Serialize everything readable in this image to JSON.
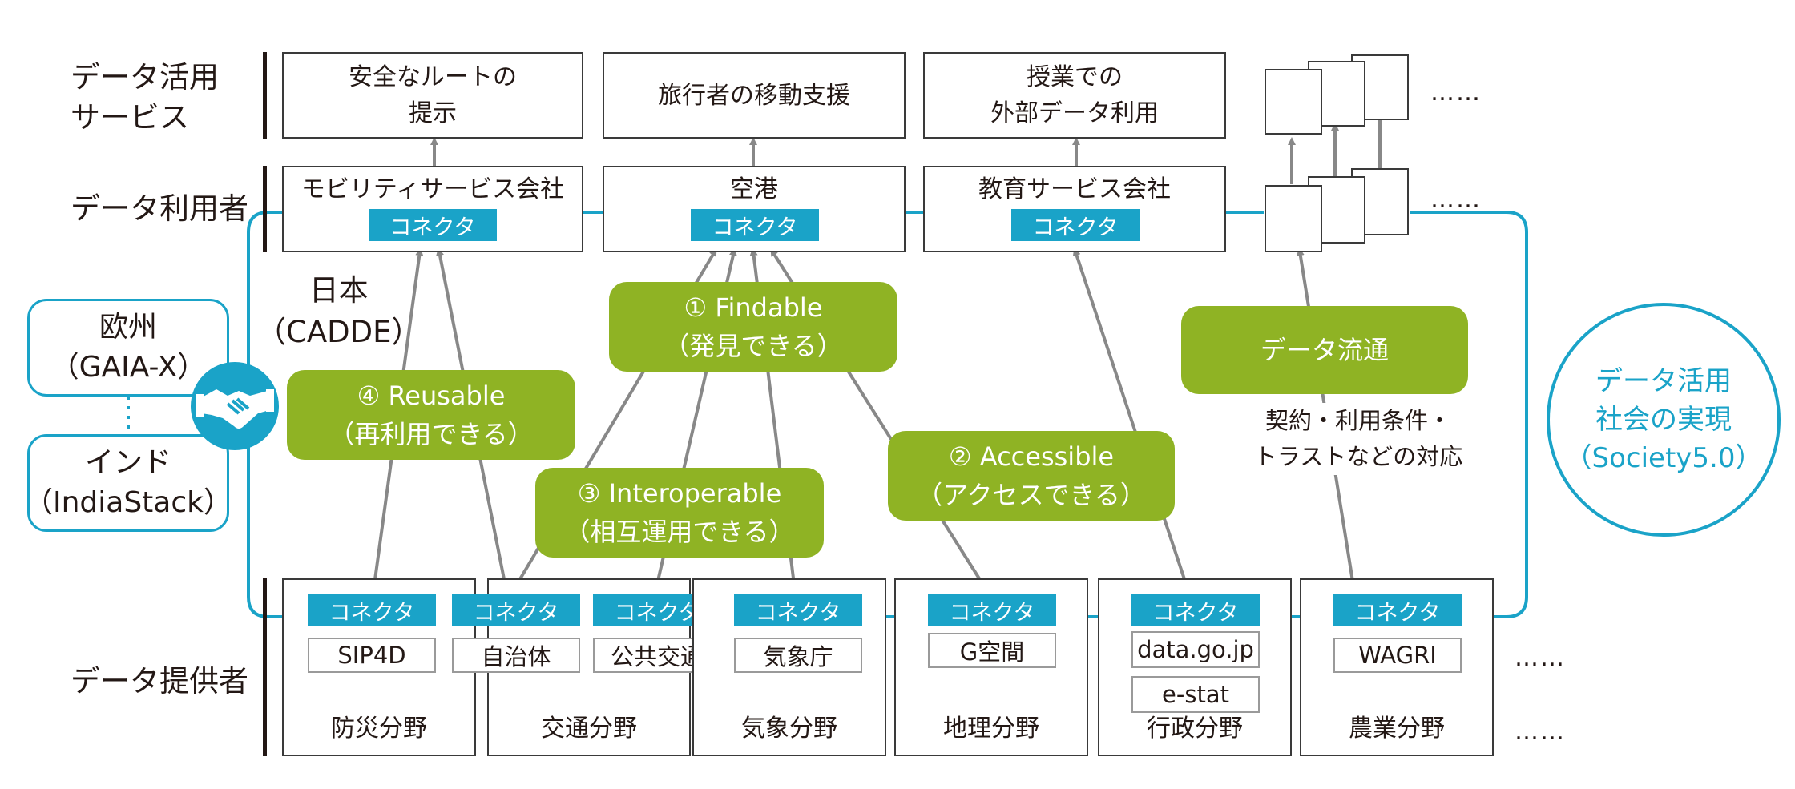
{
  "row_labels": {
    "services": "データ活用\nサービス",
    "users": "データ利用者",
    "providers": "データ提供者"
  },
  "services": [
    "安全なルートの\n提示",
    "旅行者の移動支援",
    "授業での\n外部データ利用"
  ],
  "users": [
    {
      "name": "モビリティサービス会社",
      "connector": "コネクタ"
    },
    {
      "name": "空港",
      "connector": "コネクタ"
    },
    {
      "name": "教育サービス会社",
      "connector": "コネクタ"
    }
  ],
  "principles": {
    "findable": "① Findable\n（発見できる）",
    "reusable": "④ Reusable\n（再利用できる）",
    "interoperable": "③ Interoperable\n（相互運用できる）",
    "accessible": "② Accessible\n（アクセスできる）"
  },
  "data_distribution": {
    "label": "データ流通",
    "note": "契約・利用条件・\nトラストなどの対応"
  },
  "japan_label": "日本\n（CADDE）",
  "partners": {
    "europe": "欧州\n（GAIA-X）",
    "india": "インド\n（IndiaStack）",
    "icon": "handshake-icon"
  },
  "goal": "データ活用\n社会の実現\n（Society5.0）",
  "ellipsis": "……",
  "providers": [
    {
      "field": "防災分野",
      "sources": [
        {
          "connector": "コネクタ",
          "name": "SIP4D"
        }
      ]
    },
    {
      "field": "交通分野",
      "sources": [
        {
          "connector": "コネクタ",
          "name": "自治体"
        },
        {
          "connector": "コネクタ",
          "name": "公共交通"
        }
      ]
    },
    {
      "field": "気象分野",
      "sources": [
        {
          "connector": "コネクタ",
          "name": "気象庁"
        }
      ]
    },
    {
      "field": "地理分野",
      "sources": [
        {
          "connector": "コネクタ",
          "name": "G空間"
        }
      ]
    },
    {
      "field": "行政分野",
      "sources": [
        {
          "connector": "コネクタ",
          "name": "data.go.jp"
        },
        {
          "name": "e-stat"
        }
      ]
    },
    {
      "field": "農業分野",
      "sources": [
        {
          "connector": "コネクタ",
          "name": "WAGRI"
        }
      ]
    }
  ],
  "colors": {
    "connector": "#1aa3c8",
    "principle": "#8fb324",
    "text": "#231815"
  }
}
